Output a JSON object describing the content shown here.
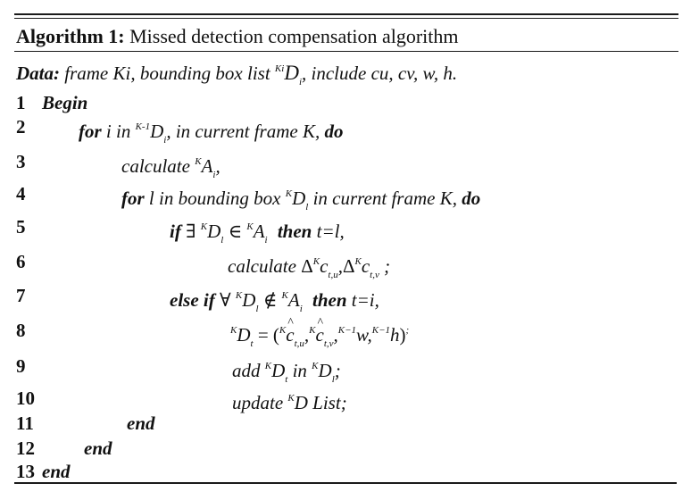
{
  "caption": {
    "label": "Algorithm 1:",
    "title": "Missed detection compensation algorithm"
  },
  "data_line": {
    "label": "Data:",
    "text_before": "frame Ki, bounding box list",
    "sup": "Ki",
    "var": "D",
    "sub": "i",
    "text_after": ", include cu, cv, w, h."
  },
  "lines": {
    "l1": {
      "num": "1",
      "kw": "Begin"
    },
    "l2": {
      "num": "2",
      "kw_for": "for",
      "t1": "i in",
      "sup": "K-1",
      "var": "D",
      "sub": "i",
      "t2": ", in current frame K,",
      "kw_do": "do"
    },
    "l3": {
      "num": "3",
      "t1": "calculate",
      "sup": "K",
      "var": "A",
      "sub": "i",
      "t2": ","
    },
    "l4": {
      "num": "4",
      "kw_for": "for",
      "t1": "l in bounding box",
      "sup": "K",
      "var": "D",
      "sub": "l",
      "t2": "in current frame K,",
      "kw_do": "do"
    },
    "l5": {
      "num": "5",
      "kw_if": "if",
      "exists": "∃",
      "sup1": "K",
      "var1": "D",
      "sub1": "l",
      "in": "∈",
      "sup2": "K",
      "var2": "A",
      "sub2": "i",
      "kw_then": "then",
      "t2": "t=l,"
    },
    "l6": {
      "num": "6",
      "t1": "calculate",
      "delta": "Δ",
      "sup1": "K",
      "var1": "c",
      "sub1": "t,u",
      "comma": ",",
      "sup2": "K",
      "var2": "c",
      "sub2": "t,v",
      "t2": ";"
    },
    "l7": {
      "num": "7",
      "kw_elseif": "else if",
      "forall": "∀",
      "sup1": "K",
      "var1": "D",
      "sub1": "l",
      "notin": "∉",
      "sup2": "K",
      "var2": "A",
      "sub2": "i",
      "kw_then": "then",
      "t2": "t=i,"
    },
    "l8": {
      "num": "8",
      "sup1": "K",
      "var1": "D",
      "sub1": "t",
      "eq": "= (",
      "sup2": "K",
      "var2": "c",
      "sub2": "t,u",
      "sep1": ",",
      "sup3": "K",
      "var3": "c",
      "sub3": "t,v",
      "sep2": ",",
      "sup4": "K−1",
      "var4": "w,",
      "sup5": "K−1",
      "var5": "h",
      "close": ")",
      "t2": ";"
    },
    "l9": {
      "num": "9",
      "t1": "add",
      "sup1": "K",
      "var1": "D",
      "sub1": "t",
      "t_in": "in",
      "sup2": "K",
      "var2": "D",
      "sub2": "l",
      "t2": ";"
    },
    "l10": {
      "num": "10",
      "t1": "update",
      "sup": "K",
      "var": "D",
      "t2": "List;"
    },
    "l11": {
      "num": "11",
      "kw": "end"
    },
    "l12": {
      "num": "12",
      "kw": "end"
    },
    "l13": {
      "num": "13",
      "kw": "end"
    }
  }
}
